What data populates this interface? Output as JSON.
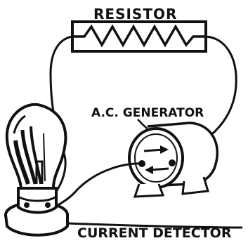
{
  "labels": {
    "resistor": "RESISTOR",
    "generator": "A.C. GENERATOR",
    "detector": "CURRENT DETECTOR"
  },
  "colors": {
    "ink": "#111111",
    "paper": "#ffffff"
  }
}
